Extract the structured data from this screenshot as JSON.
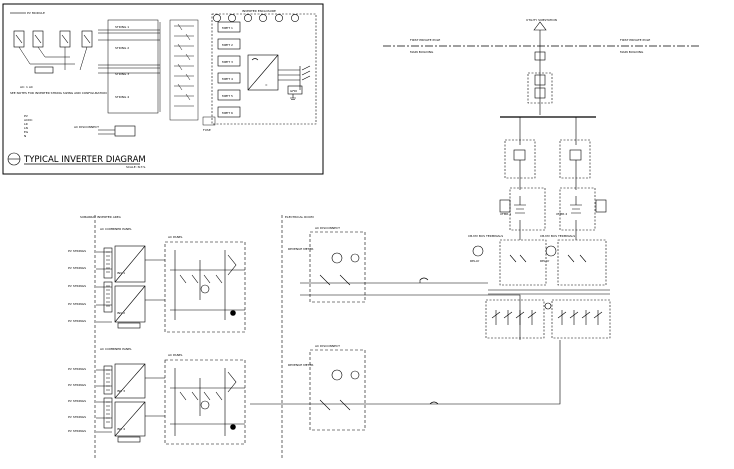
{
  "title": {
    "main": "TYPICAL INVERTER DIAGRAM",
    "sub": "SCALE: N.T.S."
  },
  "inverter_panel": {
    "header": "INVERTER ENCLOSURE",
    "pv_label": "PV MODULE",
    "gfdi": "GFDI",
    "mppt_labels": [
      "MPPT 1",
      "MPPT 2",
      "MPPT 3",
      "MPPT 4",
      "MPPT 5",
      "MPPT 6"
    ],
    "string_labels": [
      "STRING 1",
      "STRING 2",
      "STRING 3",
      "STRING 4"
    ],
    "fuse_label": "FUSE",
    "legend_items": [
      "PV",
      "ACDC",
      "LR",
      "LN",
      "EG",
      "N"
    ],
    "notes_left": "SEE NOTES FOR INVERTER STRING SIZING AND CONFIGURATION",
    "disconnect_label": "AC DISCONNECT"
  },
  "utility": {
    "label": "UTILITY SUBSTATION",
    "left_pole_label": "FIRST PRIVATE POLE",
    "right_pole_label": "FIRST PRIVATE POLE",
    "left_bus_label": "MAIN BUILDING",
    "right_bus_label": "MAIN BUILDING",
    "transformer_labels": [
      "XFMR 1",
      "XFMR 2"
    ],
    "relay_labels": [
      "RELAY",
      "RELAY"
    ],
    "terminal_labels": [
      "CB-MV BUS TERMINALS",
      "CB-MV BUS TERMINALS"
    ]
  },
  "upper_section": {
    "left_header": "SUBARRAY",
    "inverter_header": "INVERTER AREA",
    "combiner_label": "AC COMBINER PANEL",
    "ac_panel_label": "AC PANEL",
    "meter_label": "REVENUE METER",
    "right_header": "ELECTRICAL ROOM",
    "disconnect_label": "AC DISCONNECT",
    "inverter_labels": [
      "INV 1",
      "INV 2"
    ],
    "source_labels": [
      "PV STRINGS",
      "PV STRINGS",
      "PV STRINGS",
      "PV STRINGS",
      "PV STRINGS"
    ]
  },
  "lower_section": {
    "combiner_label": "AC COMBINER PANEL",
    "ac_panel_label": "AC PANEL",
    "meter_label": "REVENUE METER",
    "disconnect_label": "AC DISCONNECT",
    "inverter_labels": [
      "INV 3",
      "INV 4"
    ],
    "source_labels": [
      "PV STRINGS",
      "PV STRINGS",
      "PV STRINGS",
      "PV STRINGS",
      "PV STRINGS"
    ]
  }
}
